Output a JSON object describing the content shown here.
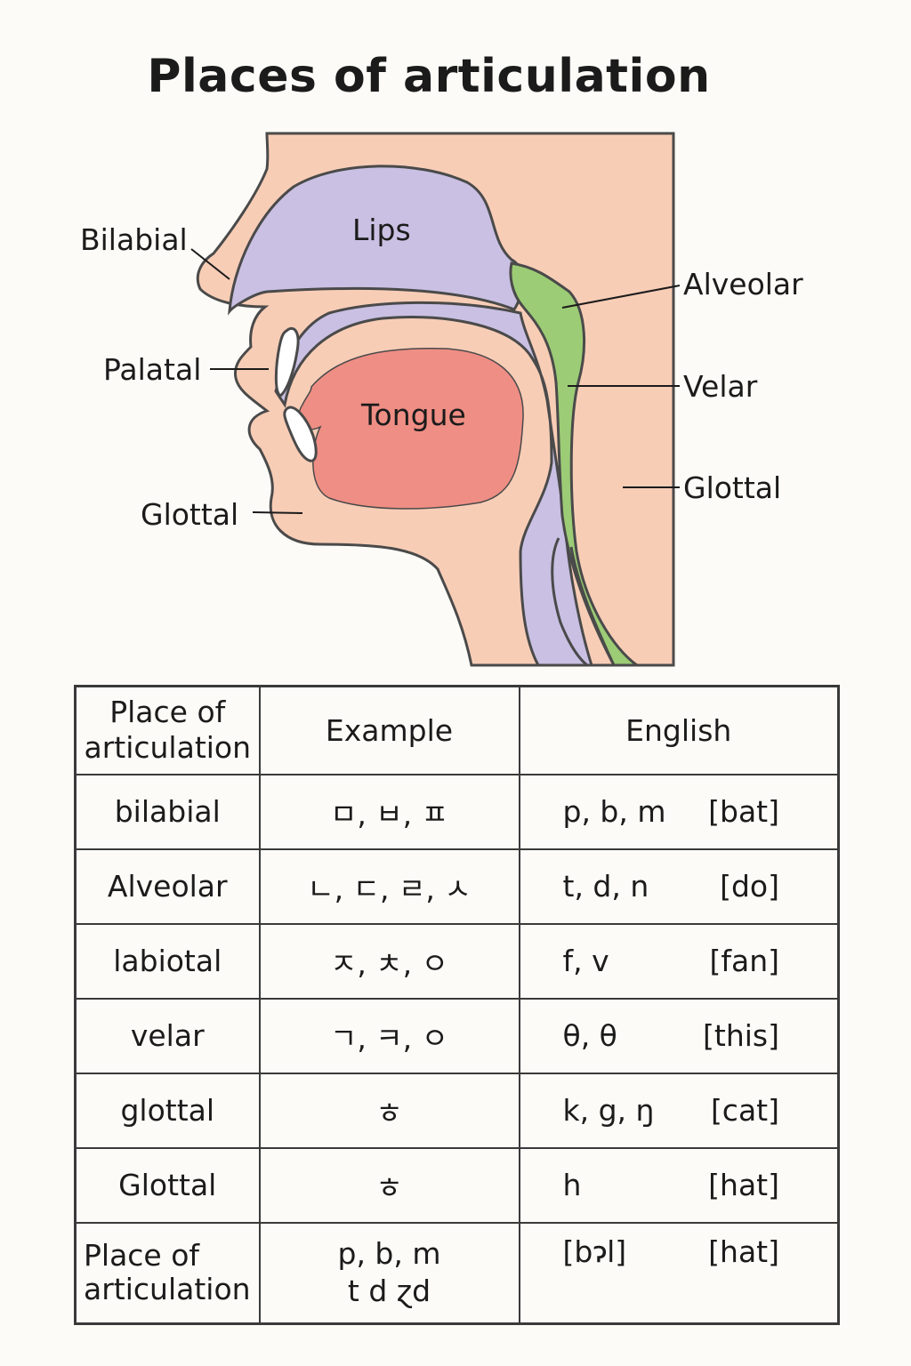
{
  "title": "Places of articulation",
  "diagram": {
    "region_labels": {
      "lips": "Lips",
      "tongue": "Tongue"
    },
    "callouts": {
      "bilabial": "Bilabial",
      "palatal": "Palatal",
      "glottal_left": "Glottal",
      "alveolar": "Alveolar",
      "velar": "Velar",
      "glottal_right": "Glottal"
    },
    "colors": {
      "skin": "#f8cdb6",
      "cavity": "#c9c0e3",
      "tongue": "#ef8e84",
      "airway": "#9ccc75",
      "outline": "#4a4a4a"
    }
  },
  "table": {
    "headers": {
      "place": "Place of articulation",
      "example": "Example",
      "english": "English"
    },
    "rows": [
      {
        "place": "bilabial",
        "example": "ㅁ, ㅂ, ㅍ",
        "english_sounds": "p, b, m",
        "english_word": "[bat]"
      },
      {
        "place": "Alveolar",
        "example": "ㄴ, ㄷ, ㄹ, ㅅ",
        "english_sounds": "t, d, n",
        "english_word": "[do]"
      },
      {
        "place": "labiotal",
        "example": "ㅈ, ㅊ, ㅇ",
        "english_sounds": "f, v",
        "english_word": "[fan]"
      },
      {
        "place": "velar",
        "example": "ㄱ, ㅋ, ㅇ",
        "english_sounds": "θ, θ",
        "english_word": "[this]"
      },
      {
        "place": "glottal",
        "example": "ㅎ",
        "english_sounds": "k, g, ŋ",
        "english_word": "[cat]"
      },
      {
        "place": "Glottal",
        "example": "ㅎ",
        "english_sounds": "h",
        "english_word": "[hat]"
      }
    ],
    "last_row": {
      "place": "Place of articulation",
      "example_line1": "p, b, m",
      "example_line2": "t  d  ɀd",
      "english_sounds": "[bɂl]",
      "english_word": "[hat]"
    }
  }
}
